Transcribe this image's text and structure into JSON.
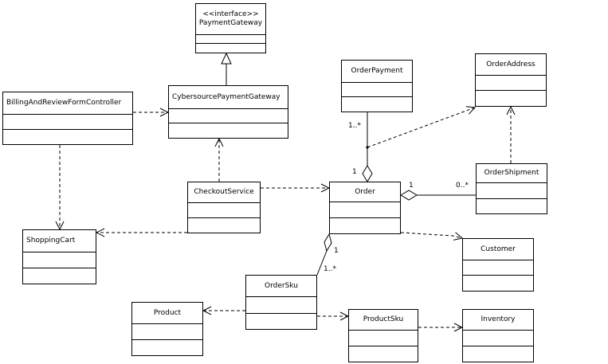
{
  "classes": {
    "payment_gateway": {
      "stereotype": "<<interface>>",
      "name": "PaymentGateway"
    },
    "cybersource_payment_gateway": {
      "name": "CybersourcePaymentGateway"
    },
    "billing_and_review_form_controller": {
      "name": "BillingAndReviewFormController"
    },
    "shopping_cart": {
      "name": "ShoppingCart"
    },
    "checkout_service": {
      "name": "CheckoutService"
    },
    "order": {
      "name": "Order"
    },
    "order_payment": {
      "name": "OrderPayment"
    },
    "order_address": {
      "name": "OrderAddress"
    },
    "order_shipment": {
      "name": "OrderShipment"
    },
    "customer": {
      "name": "Customer"
    },
    "order_sku": {
      "name": "OrderSku"
    },
    "product": {
      "name": "Product"
    },
    "product_sku": {
      "name": "ProductSku"
    },
    "inventory": {
      "name": "Inventory"
    }
  },
  "multiplicities": {
    "order_payment_end": "1..*",
    "order_payment_order_end": "1",
    "order_shipment_order_end": "1",
    "order_shipment_end": "0..*",
    "order_sku_order_end": "1",
    "order_sku_end": "1..*"
  },
  "relationships": [
    {
      "type": "realization",
      "from": "CybersourcePaymentGateway",
      "to": "PaymentGateway"
    },
    {
      "type": "dependency",
      "from": "BillingAndReviewFormController",
      "to": "CybersourcePaymentGateway"
    },
    {
      "type": "dependency",
      "from": "BillingAndReviewFormController",
      "to": "ShoppingCart"
    },
    {
      "type": "dependency",
      "from": "CheckoutService",
      "to": "CybersourcePaymentGateway"
    },
    {
      "type": "dependency",
      "from": "CheckoutService",
      "to": "Order"
    },
    {
      "type": "dependency",
      "from": "CheckoutService",
      "to": "ShoppingCart"
    },
    {
      "type": "aggregation",
      "whole": "Order",
      "part": "OrderPayment"
    },
    {
      "type": "dependency",
      "from": "OrderPayment-Order association",
      "to": "OrderAddress"
    },
    {
      "type": "aggregation",
      "whole": "Order",
      "part": "OrderShipment"
    },
    {
      "type": "dependency",
      "from": "OrderShipment",
      "to": "OrderAddress"
    },
    {
      "type": "dependency",
      "from": "Order",
      "to": "Customer"
    },
    {
      "type": "aggregation",
      "whole": "Order",
      "part": "OrderSku"
    },
    {
      "type": "dependency",
      "from": "OrderSku",
      "to": "Product"
    },
    {
      "type": "dependency",
      "from": "OrderSku",
      "to": "ProductSku"
    },
    {
      "type": "dependency",
      "from": "ProductSku",
      "to": "Inventory"
    }
  ]
}
